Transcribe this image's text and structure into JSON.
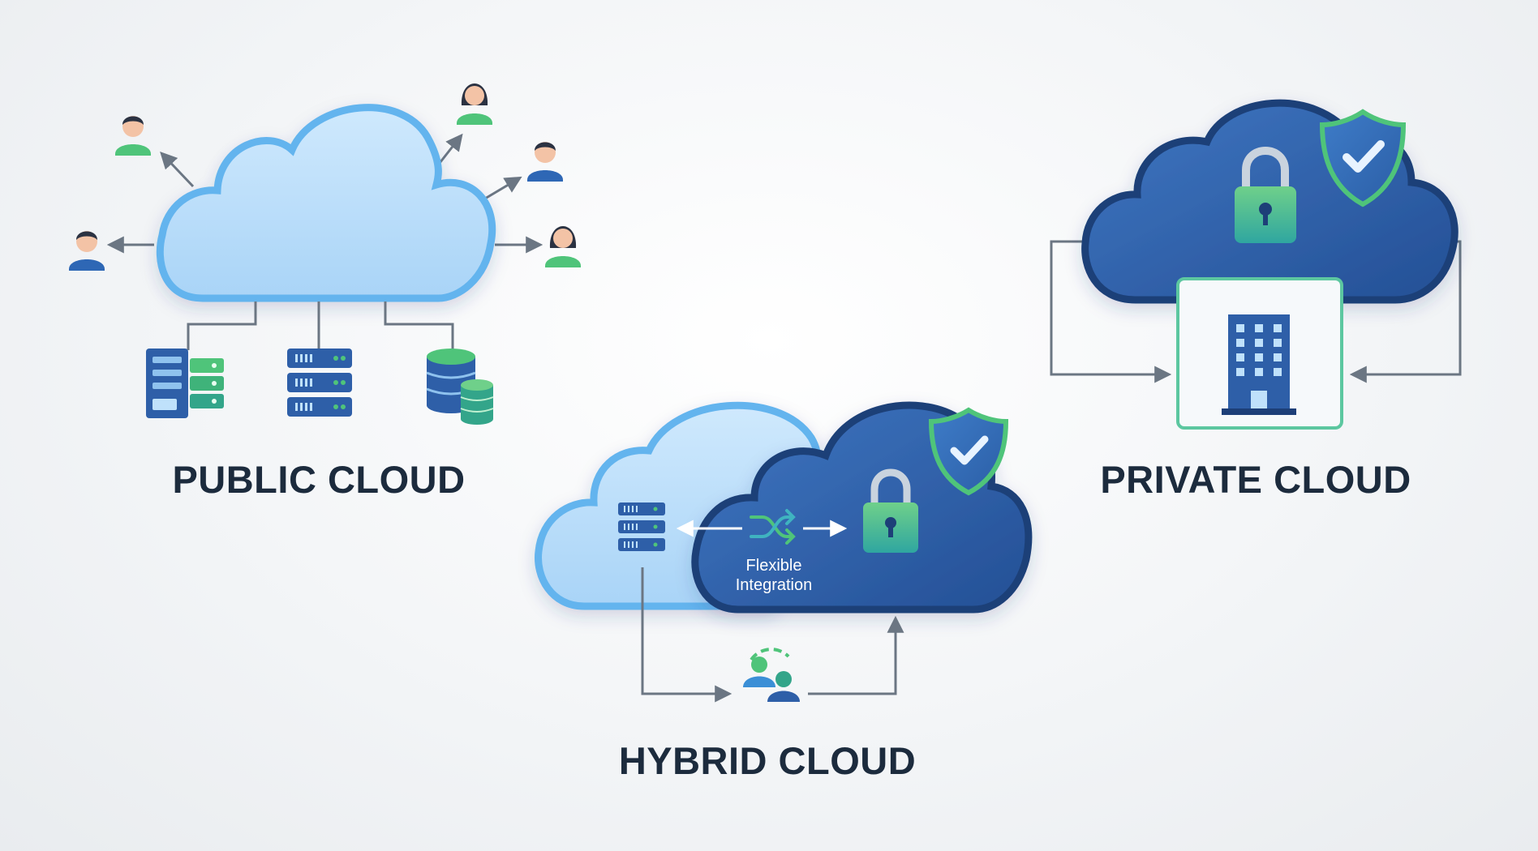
{
  "sections": {
    "public": {
      "label": "PUBLIC CLOUD"
    },
    "private": {
      "label": "PRIVATE CLOUD"
    },
    "hybrid": {
      "label": "HYBRID CLOUD",
      "integration_line1": "Flexible",
      "integration_line2": "Integration"
    }
  },
  "colors": {
    "public_cloud_fill": "#bfe1fb",
    "public_cloud_stroke": "#64b4ee",
    "private_cloud_fill": "#2f62aa",
    "private_cloud_stroke": "#1d3f78",
    "accent_green": "#4fc47a",
    "server_blue": "#2e5fa8",
    "label": "#1c2b3d",
    "connector": "#6b7683"
  },
  "icons": [
    "user-icon",
    "server-rack-icon",
    "database-icon",
    "lock-icon",
    "shield-check-icon",
    "building-icon",
    "shuffle-icon",
    "team-sync-icon"
  ]
}
